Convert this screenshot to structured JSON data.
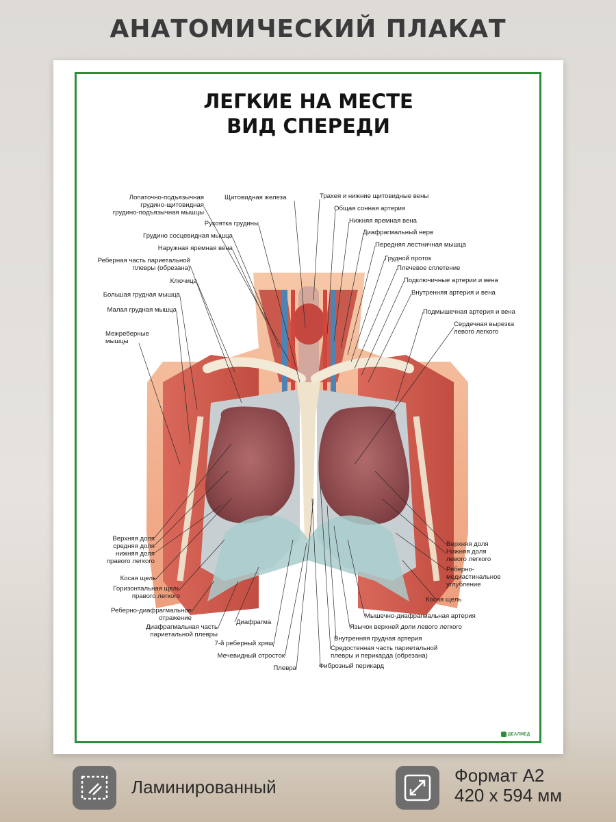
{
  "banner": "АНАТОМИЧЕСКИЙ ПЛАКАТ",
  "poster": {
    "title_line1": "ЛЕГКИЕ НА МЕСТЕ",
    "title_line2": "ВИД СПЕРЕДИ",
    "logo": "ДЕАЛМЕД",
    "labels_left": [
      "Лопаточно-подъязычная",
      "грудино-щитовидная",
      "грудино-подъязычная мышцы",
      "Рукоятка грудины",
      "Грудино сосцевидная мышца",
      "Наружная яремная вена",
      "Реберная часть париетальной",
      "плевры (обрезана)",
      "Ключица",
      "Большая грудная мышца",
      "Малая грудная мышца",
      "Межреберные",
      "мышцы",
      "Верхняя доля",
      "средняя доля",
      "нижняя доля",
      "правого легкого",
      "Косая щель",
      "Горизонтальная щель",
      "правого легкого",
      "Реберно-диафрагмальное",
      "отражение",
      "Диафрагмальная часть",
      "париетальной плевры",
      "Диафрагма",
      "7-й реберный хрящ",
      "Мечевидный отросток",
      "Плевра"
    ],
    "labels_right": [
      "Щитовидная железа",
      "Трахея и нижние щитовидные вены",
      "Общая сонная артерия",
      "Нижняя яремная вена",
      "Диафрагмальный нерв",
      "Передняя лестничная мышца",
      "Грудной проток",
      "Плечевое сплетение",
      "Подключичные артерии и вена",
      "Внутренняя артерия и вена",
      "Подмышечная артерия и вена",
      "Сердечная вырезка",
      "левого легкого",
      "Верхняя доля",
      "Нижняя доля",
      "левого легкого",
      "Реберно-",
      "медиастинальное",
      "углубление",
      "Косая щель",
      "Мышечно-диафрагмальная артерия",
      "Язычок верхней доли левого легкого",
      "Внутренняя грудная артерия",
      "Средостенная часть париетальной",
      "плевры и перикарда (обрезана)",
      "Фиброзный перикард"
    ]
  },
  "features": {
    "laminated": "Ламинированный",
    "format_line1": "Формат А2",
    "format_line2": "420 х 594 мм"
  },
  "icons": {
    "laminated": "laminate-icon",
    "format": "resize-arrows-icon"
  },
  "colors": {
    "frame": "#2f8d3a",
    "icon_bg": "#6e6e6e"
  }
}
